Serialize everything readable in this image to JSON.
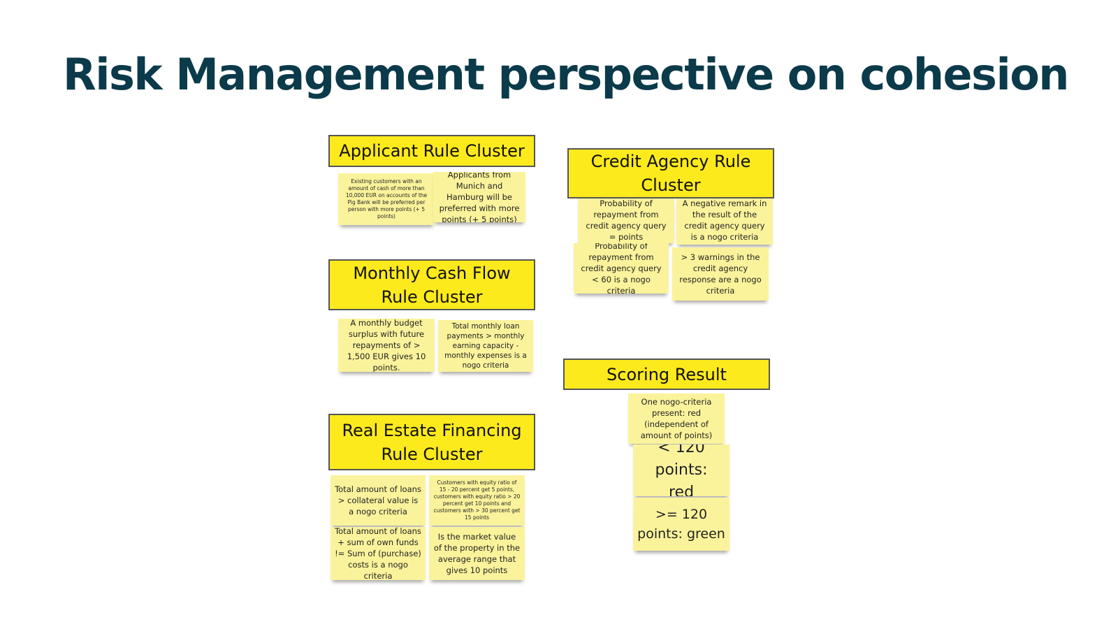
{
  "title": "Risk Management perspective on cohesion",
  "colors": {
    "title": "#0b3a4a",
    "header": "#fdea1c",
    "note": "#fbf39b"
  },
  "clusters": {
    "applicant": {
      "header": "Applicant Rule Cluster",
      "notes": [
        "Existing customers with an amount of cash of more than 10,000 EUR on accounts of the Pig Bank will be preferred per person with more points (+ 5 points)",
        "Applicants from Munich and Hamburg will be preferred with more points (+ 5 points)"
      ]
    },
    "cashflow": {
      "header": "Monthly Cash Flow Rule Cluster",
      "notes": [
        "A monthly budget surplus with future repayments of > 1,500 EUR gives 10 points.",
        "Total monthly loan payments > monthly earning capacity - monthly expenses is a nogo criteria"
      ]
    },
    "realestate": {
      "header": "Real Estate Financing Rule Cluster",
      "notes": [
        "Total amount of loans > collateral value is a nogo criteria",
        "Customers with equity ratio of 15 - 20 percent get 5 points, customers with equity ratio > 20 percent get 10 points and customers with > 30 percent get 15 points",
        "Total amount of loans + sum of own funds != Sum of (purchase) costs is a nogo criteria",
        "Is the market value of the property in the average range that gives 10 points"
      ]
    },
    "credit": {
      "header": "Credit Agency Rule Cluster",
      "notes": [
        "Probability of repayment from credit agency query = points",
        "A negative remark in the result of the credit agency query is a nogo criteria",
        "Probability of repayment from credit agency query < 60 is a nogo criteria",
        "> 3 warnings in the credit agency response are a nogo criteria"
      ]
    },
    "scoring": {
      "header": "Scoring Result",
      "notes": [
        "One nogo-criteria present: red (independent of amount of points)",
        "< 120 points: red",
        ">= 120 points: green"
      ]
    }
  }
}
